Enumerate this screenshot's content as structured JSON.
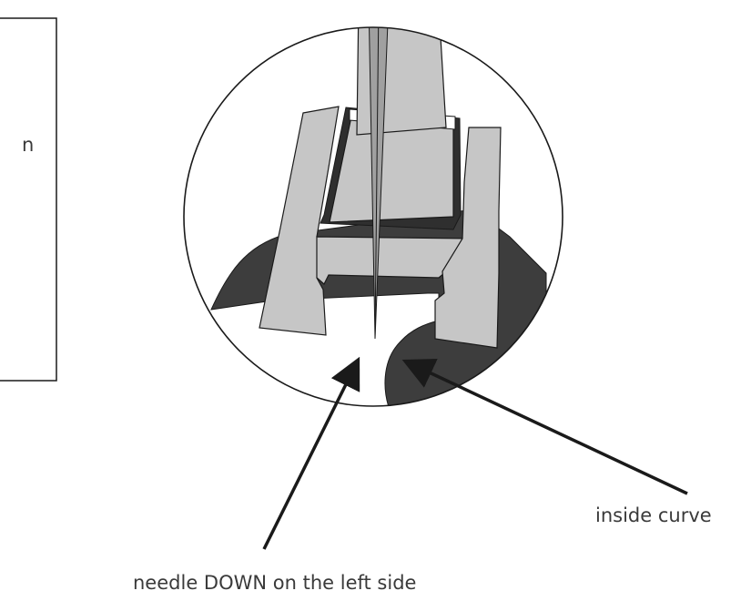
{
  "labels": {
    "left_box_fragment": "n",
    "inside_curve": "inside curve",
    "needle_down": "needle DOWN on the left side"
  },
  "colors": {
    "fabric": "#3d3d3d",
    "foot": "#c6c6c6",
    "needle": "#a0a0a0",
    "outline": "#1a1a1a",
    "text": "#3a3a3a"
  }
}
